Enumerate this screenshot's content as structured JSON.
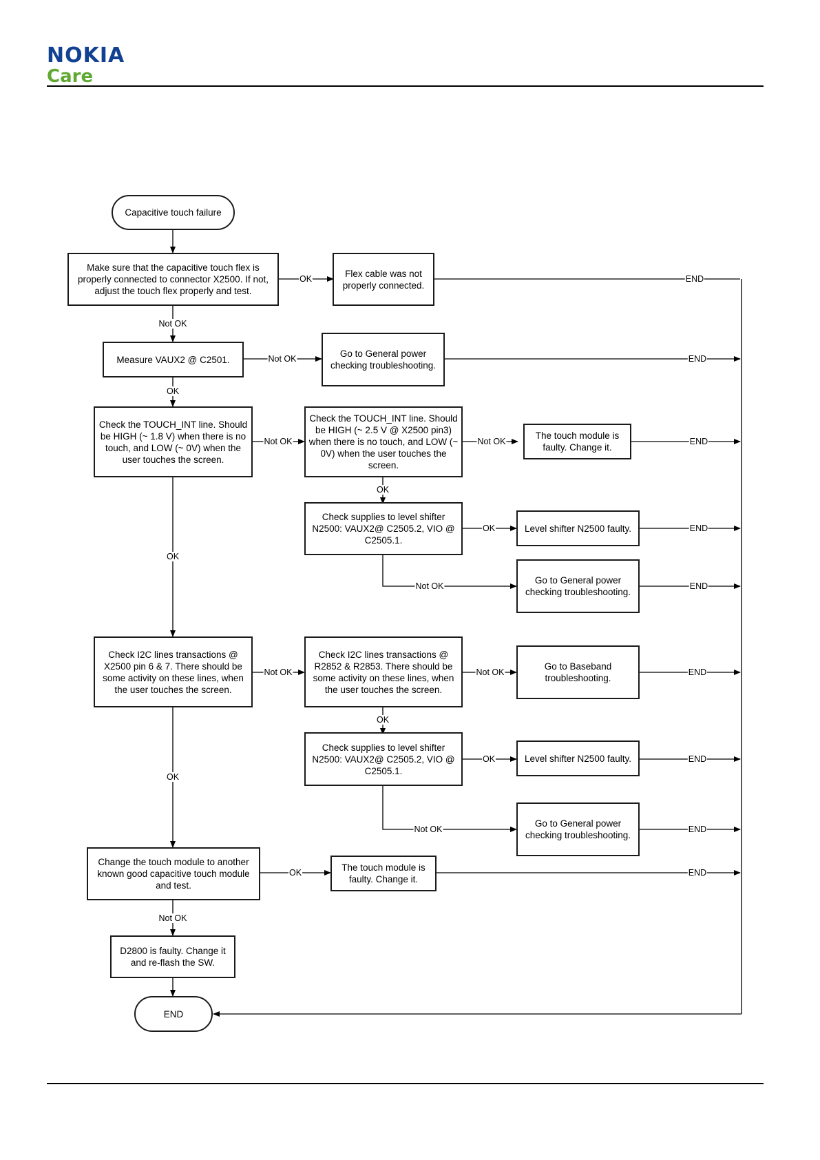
{
  "brand": {
    "name": "NOKIA",
    "sub": "Care",
    "name_color": "#124191",
    "sub_color": "#5fa831"
  },
  "nodes": {
    "start": "Capacitive touch failure",
    "check_flex": "Make sure that the capacitive touch flex is properly connected to connector X2500. If not, adjust the touch flex properly and test.",
    "flex_not_connected": "Flex cable was not properly connected.",
    "measure_vaux2": "Measure VAUX2 @ C2501.",
    "general_power_1": "Go to General power checking troubleshooting.",
    "check_touch_int": "Check the TOUCH_INT line. Should be HIGH (~ 1.8 V) when there is no touch, and LOW (~ 0V) when the user touches the screen.",
    "check_touch_int_2": "Check the TOUCH_INT line. Should be HIGH (~ 2.5 V @ X2500 pin3) when there is no touch, and LOW (~ 0V) when the user touches the screen.",
    "touch_module_faulty_1": "The touch module is faulty. Change it.",
    "check_supplies_1": "Check supplies to level shifter N2500: VAUX2@ C2505.2, VIO @ C2505.1.",
    "level_shifter_faulty_1": "Level shifter N2500 faulty.",
    "general_power_2": "Go to General power checking troubleshooting.",
    "check_i2c_1": "Check I2C lines transactions @ X2500 pin 6 & 7. There should be some activity on these lines, when the user touches the screen.",
    "check_i2c_2": "Check I2C lines transactions @ R2852 & R2853. There should be some activity on these lines, when the user touches the screen.",
    "baseband": "Go to Baseband troubleshooting.",
    "check_supplies_2": "Check supplies to level shifter N2500: VAUX2@ C2505.2, VIO @ C2505.1.",
    "level_shifter_faulty_2": "Level shifter N2500 faulty.",
    "general_power_3": "Go to General power checking troubleshooting.",
    "change_module": "Change the touch module to another known good capacitive touch module and test.",
    "touch_module_faulty_2": "The touch module is faulty. Change it.",
    "d2800_faulty": "D2800 is faulty. Change it and re-flash the SW.",
    "end": "END"
  },
  "edge_labels": {
    "ok": "OK",
    "not_ok": "Not OK",
    "end": "END"
  }
}
